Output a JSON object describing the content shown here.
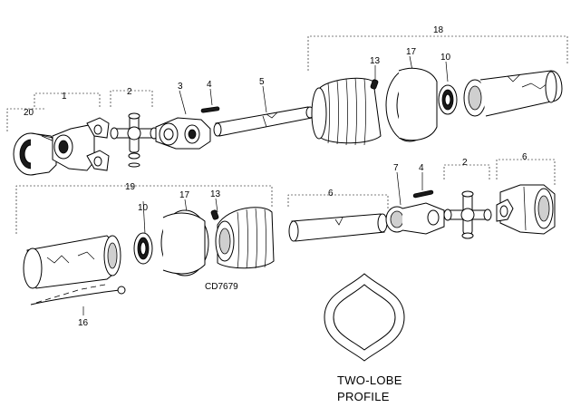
{
  "diagram": {
    "drawing_code": "CD7679",
    "profile_caption": [
      "TWO-LOBE",
      "PROFILE"
    ],
    "callouts": {
      "c1": "1",
      "c2a": "2",
      "c3": "3",
      "c4a": "4",
      "c5": "5",
      "c13a": "13",
      "c17a": "17",
      "c10a": "10",
      "c18": "18",
      "c20": "20",
      "c19": "19",
      "c10b": "10",
      "c17b": "17",
      "c13b": "13",
      "c6a": "6",
      "c7": "7",
      "c4b": "4",
      "c2b": "2",
      "c6b": "6",
      "c16": "16"
    }
  }
}
